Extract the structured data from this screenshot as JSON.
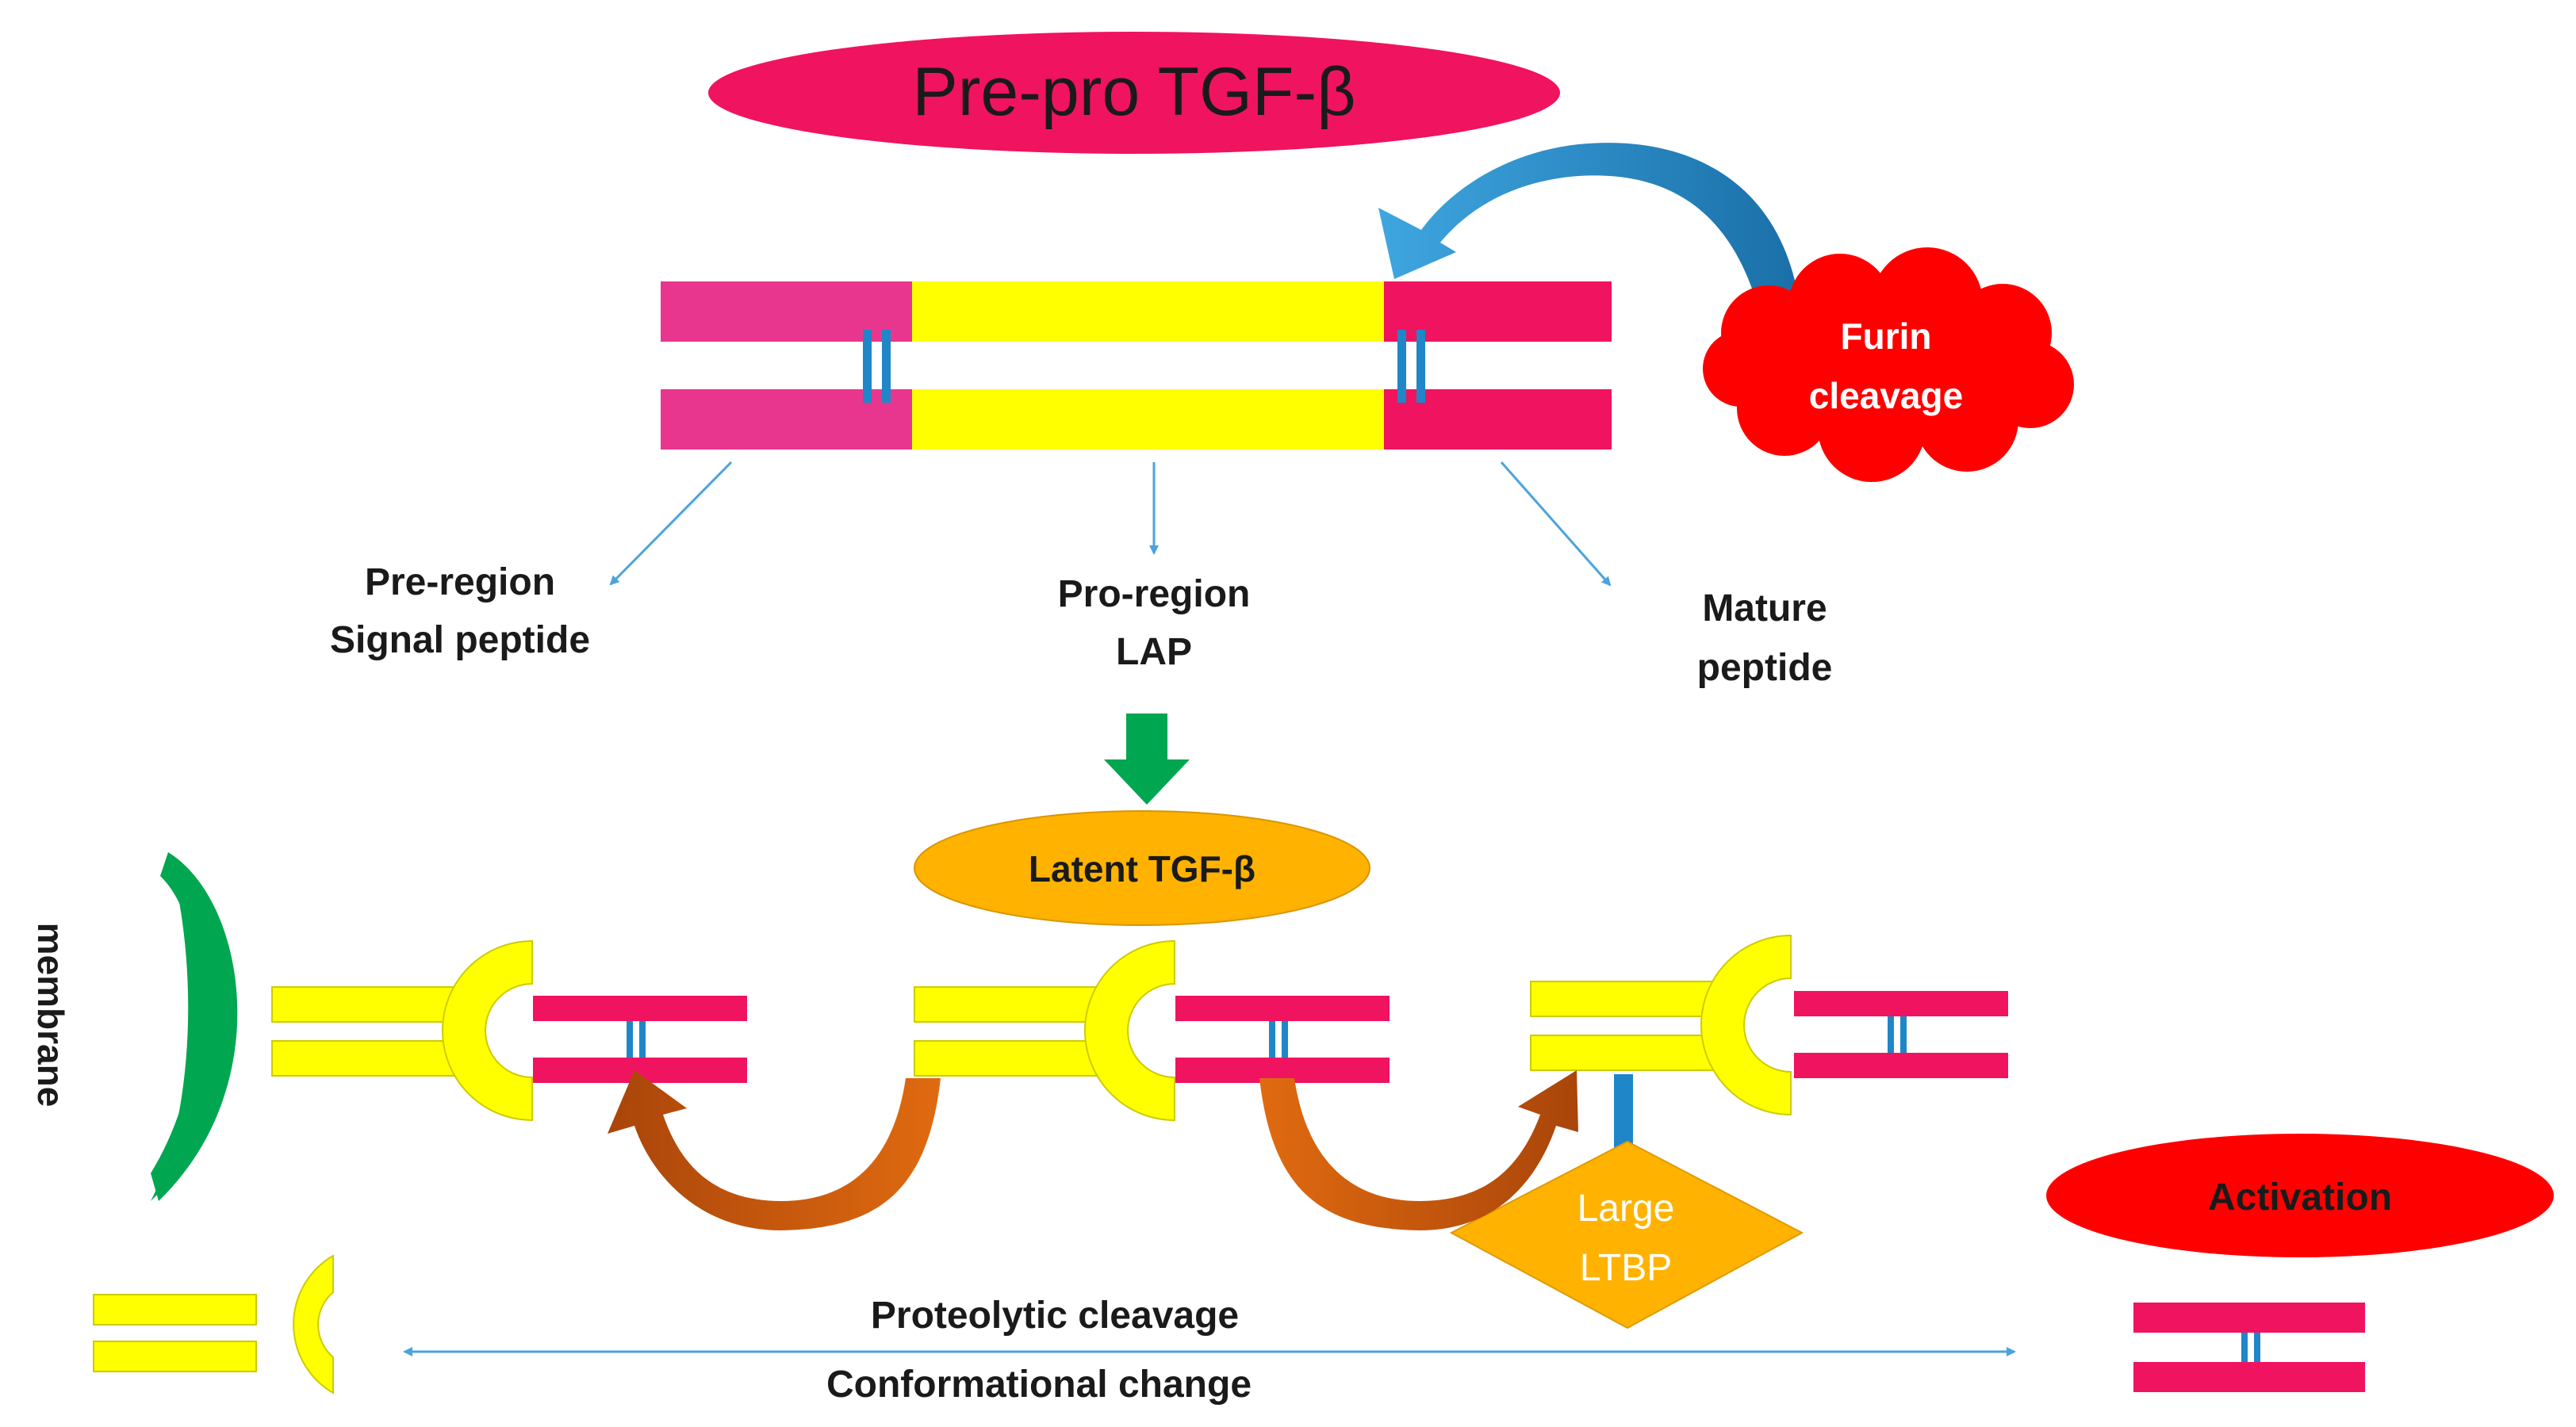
{
  "title": "Pre-pro TGF-β",
  "furin": {
    "line1": "Furin",
    "line2": "cleavage"
  },
  "regions": {
    "pre": {
      "line1": "Pre-region",
      "line2": "Signal peptide"
    },
    "pro": {
      "line1": "Pro-region",
      "line2": "LAP"
    },
    "mature": {
      "line1": "Mature",
      "line2": "peptide"
    }
  },
  "latent_label": "Latent TGF-β",
  "membrane_label": "membrane",
  "ltbp": {
    "line1": "Large",
    "line2": "LTBP"
  },
  "activation_label": "Activation",
  "bottom": {
    "line1": "Proteolytic cleavage",
    "line2": "Conformational change"
  },
  "colors": {
    "magenta": "#E8368F",
    "crimson": "#F0135F",
    "yellow": "#FFFF00",
    "blue_link": "#1F86C8",
    "green": "#00A650",
    "orange": "#FFB300",
    "red": "#FF0000",
    "brown_arrow": "#C0560C",
    "thin_arrow": "#4BA3DD"
  }
}
